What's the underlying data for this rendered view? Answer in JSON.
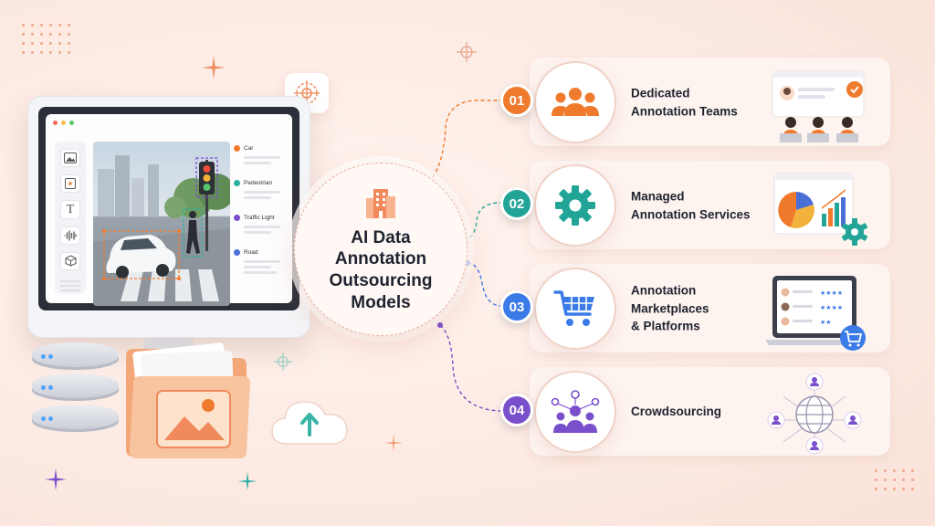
{
  "center": {
    "title_lines": [
      "AI Data",
      "Annotation",
      "Outsourcing",
      "Models"
    ]
  },
  "editor": {
    "labels": [
      {
        "name": "Car",
        "color": "#f47b2a"
      },
      {
        "name": "Pedestrian",
        "color": "#2ab0a0"
      },
      {
        "name": "Traffic Light",
        "color": "#7b4fc9"
      },
      {
        "name": "Road",
        "color": "#4a6fd6"
      }
    ]
  },
  "models": [
    {
      "number": "01",
      "lines": [
        "Dedicated",
        "Annotation Teams"
      ],
      "color": "#f07a2c",
      "icon": "team-icon"
    },
    {
      "number": "02",
      "lines": [
        "Managed",
        "Annotation Services"
      ],
      "color": "#22a597",
      "icon": "gear-icon"
    },
    {
      "number": "03",
      "lines": [
        "Annotation",
        "Marketplaces",
        "& Platforms"
      ],
      "color": "#3b7be8",
      "icon": "cart-icon"
    },
    {
      "number": "04",
      "lines": [
        "Crowdsourcing"
      ],
      "color": "#7a4fcb",
      "icon": "crowd-icon"
    }
  ]
}
